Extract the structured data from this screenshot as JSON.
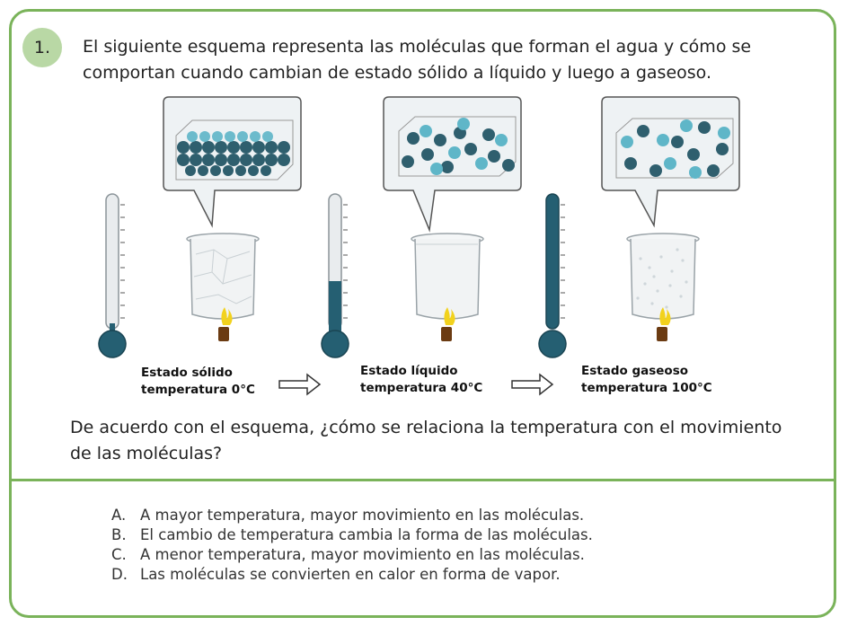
{
  "question": {
    "number": "1.",
    "stem": "El siguiente esquema representa las moléculas que forman el agua y cómo se comportan cuando cambian de estado sólido a líquido y luego a gaseoso.",
    "prompt": "De acuerdo con el esquema, ¿cómo se relaciona la temperatura con el movimiento de las moléculas?"
  },
  "diagram": {
    "states": [
      {
        "name": "Estado sólido",
        "temperature": "temperatura 0°C",
        "thermometer_level": 0.0
      },
      {
        "name": "Estado líquido",
        "temperature": "temperatura 40°C",
        "thermometer_level": 0.4
      },
      {
        "name": "Estado gaseoso",
        "temperature": "temperatura 100°C",
        "thermometer_level": 1.0
      }
    ]
  },
  "options": [
    {
      "letter": "A.",
      "text": "A mayor temperatura, mayor movimiento en las moléculas."
    },
    {
      "letter": "B.",
      "text": "El cambio de temperatura cambia la forma de las moléculas."
    },
    {
      "letter": "C.",
      "text": "A menor temperatura, mayor movimiento en las moléculas."
    },
    {
      "letter": "D.",
      "text": "Las moléculas se convierten en calor en forma de vapor."
    }
  ],
  "colors": {
    "border": "#7ab35a",
    "badge": "#b9d8a5",
    "molecule_dark": "#2f5f6e",
    "molecule_light": "#5fb6c8",
    "thermometer_fill": "#255f72"
  }
}
